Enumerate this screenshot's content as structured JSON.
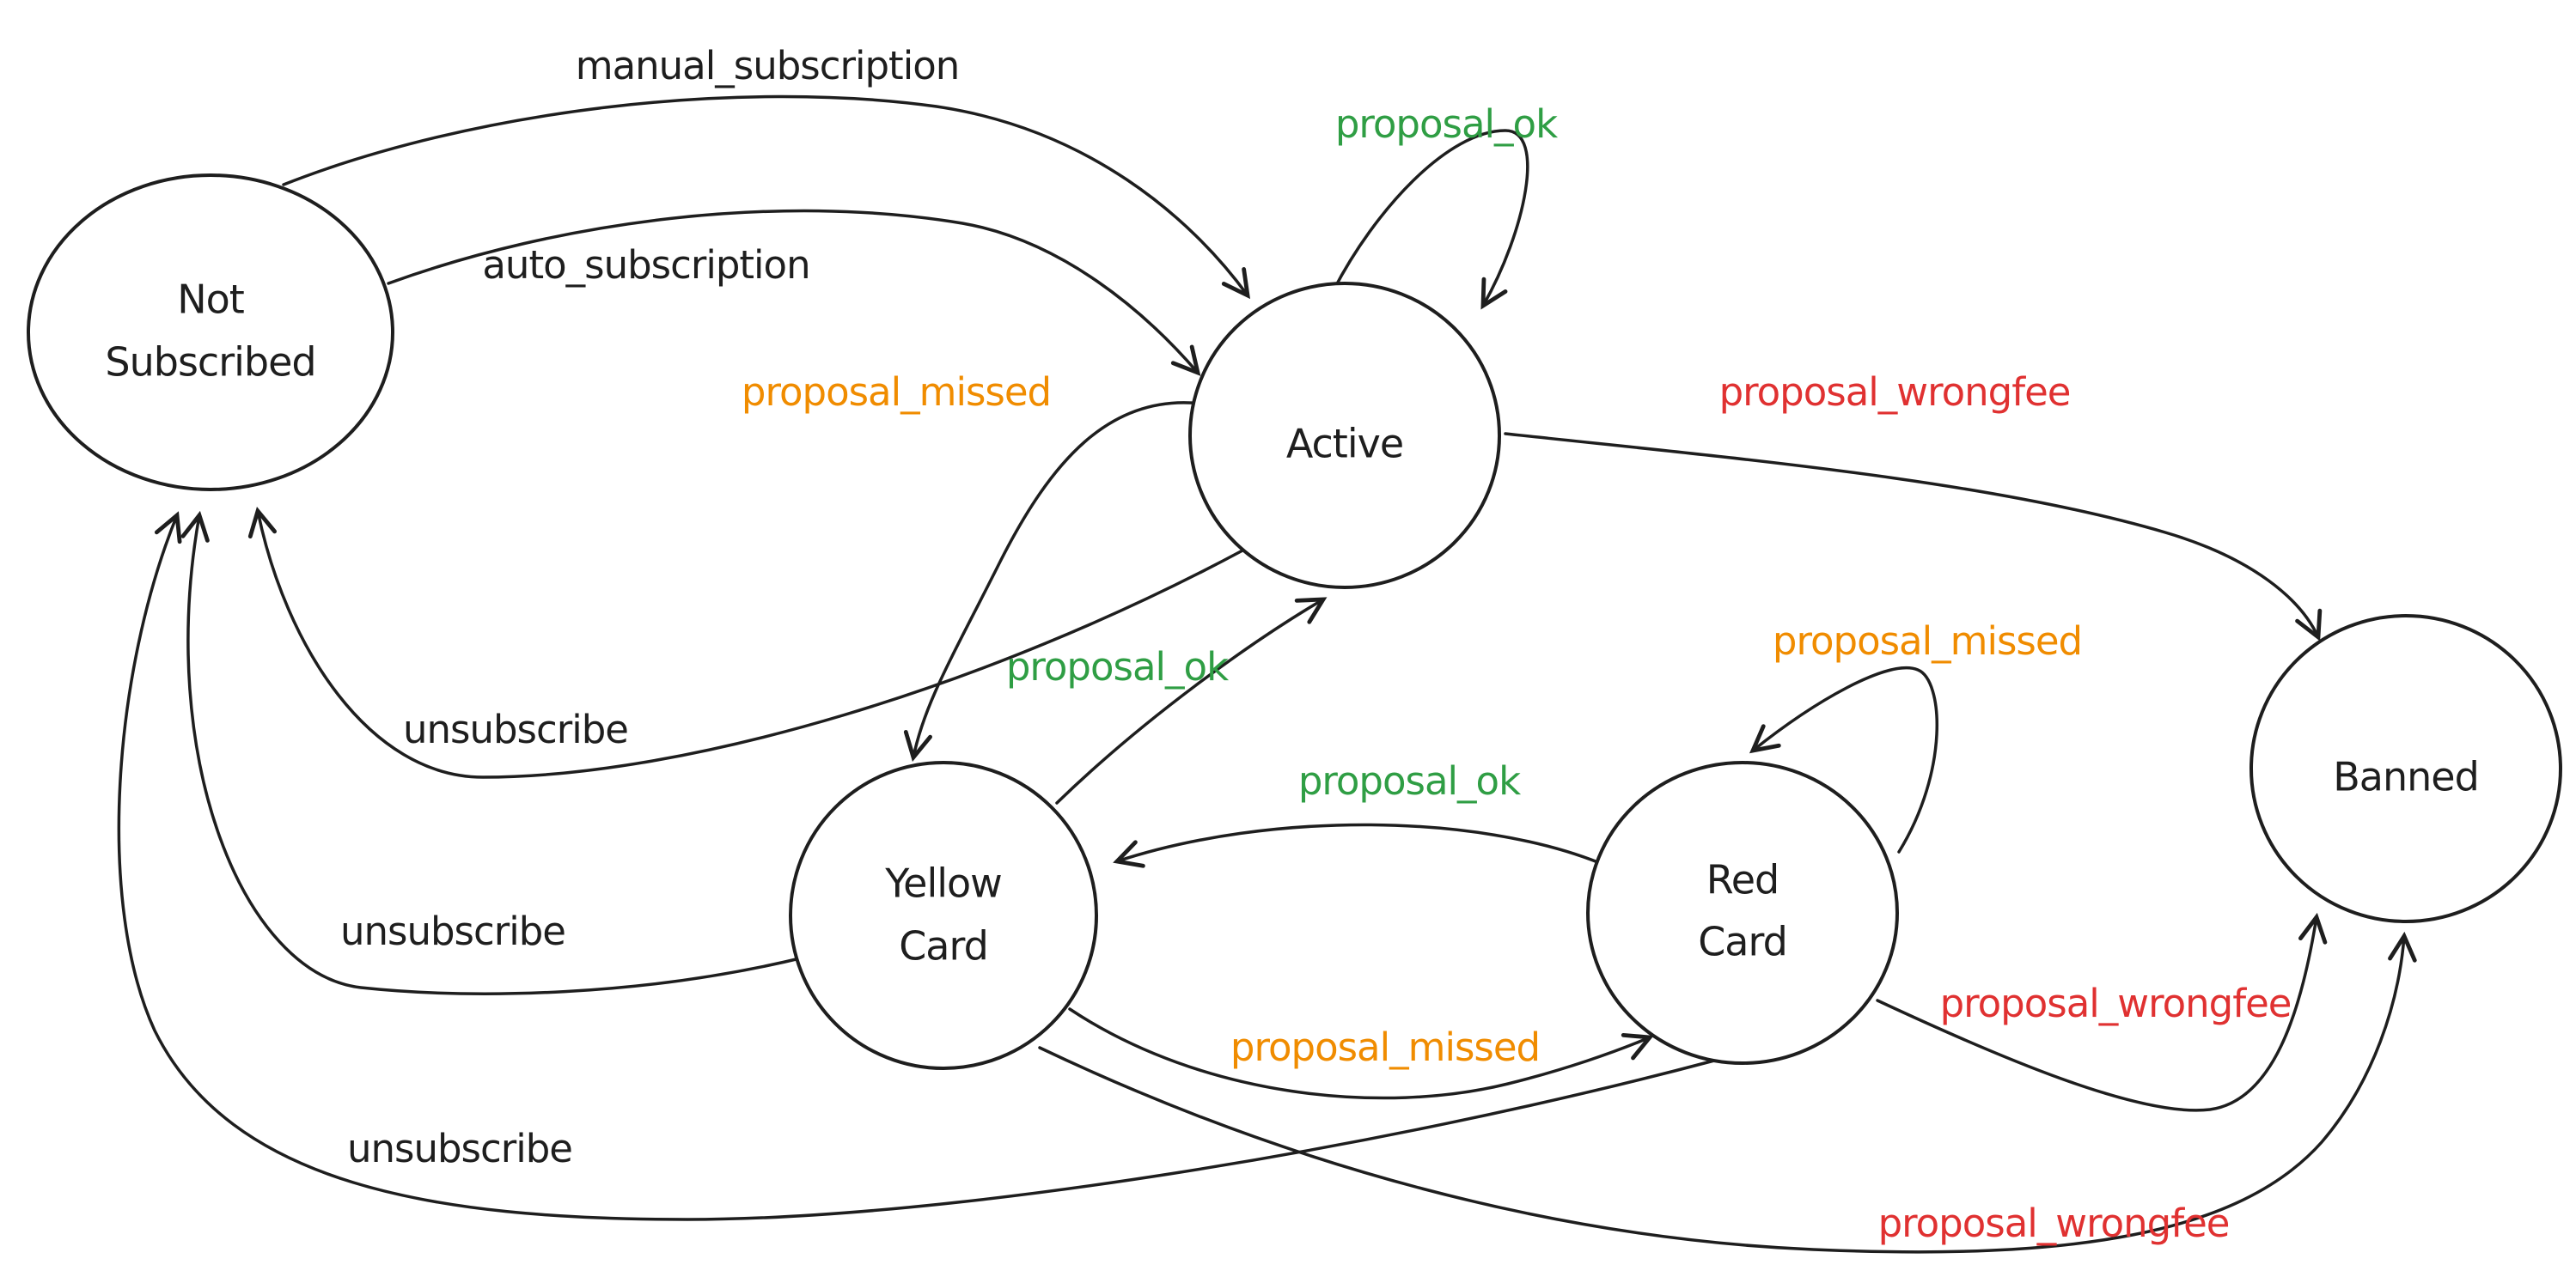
{
  "diagram": {
    "title": "subscription state machine",
    "background": "#ffffff",
    "colors": {
      "stroke": "#1e1e1e",
      "ok_green": "#2f9e44",
      "missed_orange": "#f08c00",
      "wrongfee_red": "#e03131"
    },
    "nodes": {
      "not_subscribed": {
        "line1": "Not",
        "line2": "Subscribed"
      },
      "active": {
        "label": "Active"
      },
      "yellow_card": {
        "line1": "Yellow",
        "line2": "Card"
      },
      "red_card": {
        "line1": "Red",
        "line2": "Card"
      },
      "banned": {
        "label": "Banned"
      }
    },
    "transitions": [
      {
        "from": "not_subscribed",
        "to": "active",
        "label": "manual_subscription",
        "color": "#1e1e1e"
      },
      {
        "from": "not_subscribed",
        "to": "active",
        "label": "auto_subscription",
        "color": "#1e1e1e"
      },
      {
        "from": "active",
        "to": "active",
        "label": "proposal_ok",
        "color": "#2f9e44"
      },
      {
        "from": "active",
        "to": "yellow_card",
        "label": "proposal_missed",
        "color": "#f08c00"
      },
      {
        "from": "active",
        "to": "banned",
        "label": "proposal_wrongfee",
        "color": "#e03131"
      },
      {
        "from": "yellow_card",
        "to": "active",
        "label": "proposal_ok",
        "color": "#2f9e44"
      },
      {
        "from": "red_card",
        "to": "red_card",
        "label": "proposal_missed",
        "color": "#f08c00"
      },
      {
        "from": "red_card",
        "to": "yellow_card",
        "label": "proposal_ok",
        "color": "#2f9e44"
      },
      {
        "from": "yellow_card",
        "to": "red_card",
        "label": "proposal_missed",
        "color": "#f08c00"
      },
      {
        "from": "red_card",
        "to": "banned",
        "label": "proposal_wrongfee",
        "color": "#e03131"
      },
      {
        "from": "yellow_card",
        "to": "banned",
        "label": "proposal_wrongfee",
        "color": "#e03131"
      },
      {
        "from": "active",
        "to": "not_subscribed",
        "label": "unsubscribe",
        "color": "#1e1e1e"
      },
      {
        "from": "yellow_card",
        "to": "not_subscribed",
        "label": "unsubscribe",
        "color": "#1e1e1e"
      },
      {
        "from": "red_card",
        "to": "not_subscribed",
        "label": "unsubscribe",
        "color": "#1e1e1e"
      }
    ]
  }
}
